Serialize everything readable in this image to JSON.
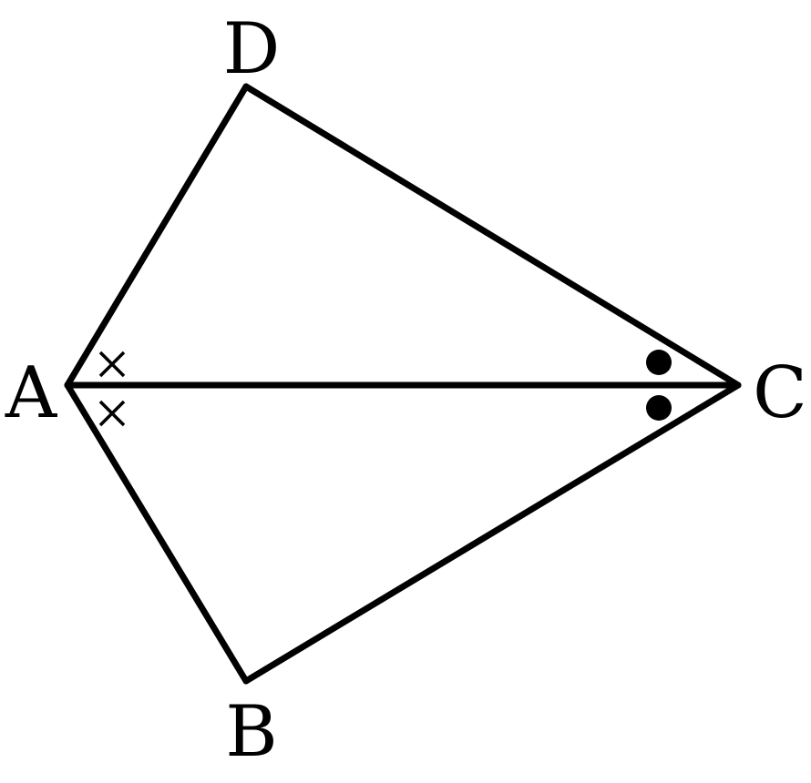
{
  "diagram": {
    "shape": "quadrilateral ABCD with diagonal AC",
    "vertices": {
      "A": "A",
      "B": "B",
      "C": "C",
      "D": "D"
    },
    "edges": [
      "A-D",
      "D-C",
      "C-B",
      "B-A",
      "A-C"
    ],
    "angle_marks": {
      "at_A": "×",
      "at_C": "●"
    },
    "colors": {
      "stroke": "#000000",
      "background": "#ffffff"
    }
  }
}
